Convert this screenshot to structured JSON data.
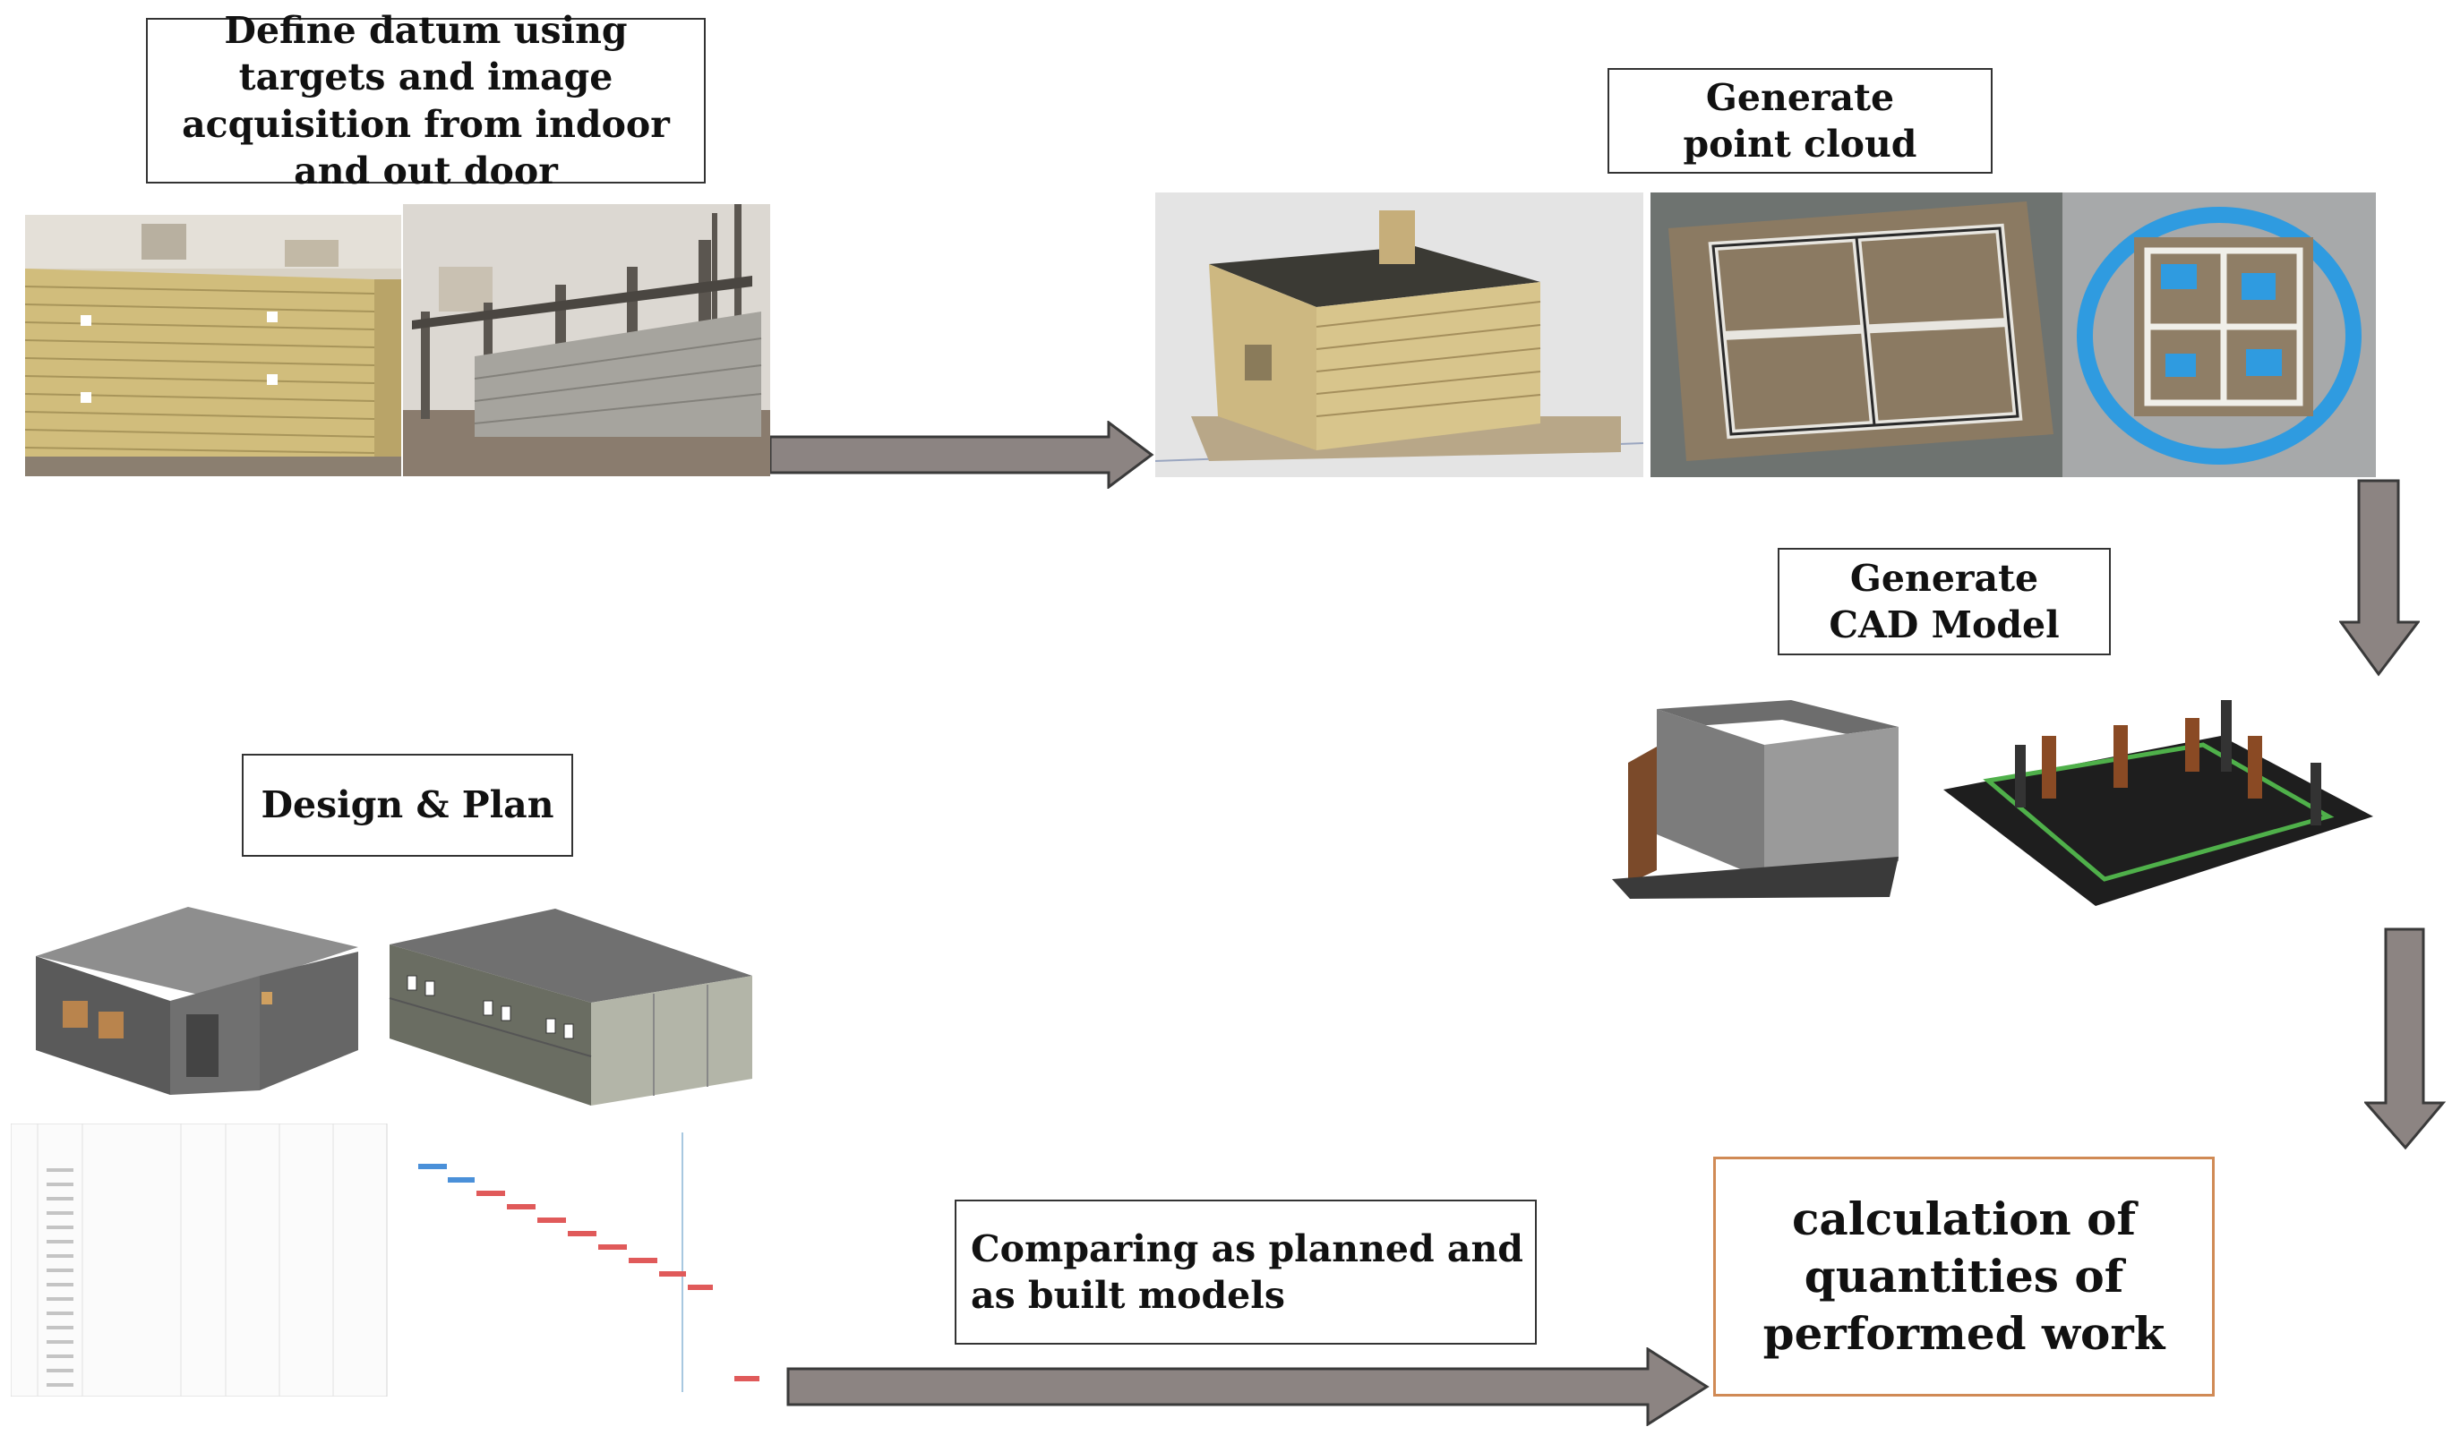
{
  "steps": {
    "datum": "Define datum using targets and image acquisition from indoor and out door",
    "point_cloud": "Generate point cloud",
    "cad_model": "Generate CAD Model",
    "design_plan": "Design & Plan",
    "comparing": "Comparing as planned and as built models",
    "calculation": "calculation of quantities of performed work"
  },
  "colors": {
    "arrow_fill": "#8c8482",
    "arrow_stroke": "#3a3a3a",
    "result_border": "#d08a55",
    "point_cloud_blue": "#2f9be0",
    "gantt_blue": "#4a90d9",
    "gantt_red": "#e05a5a"
  }
}
